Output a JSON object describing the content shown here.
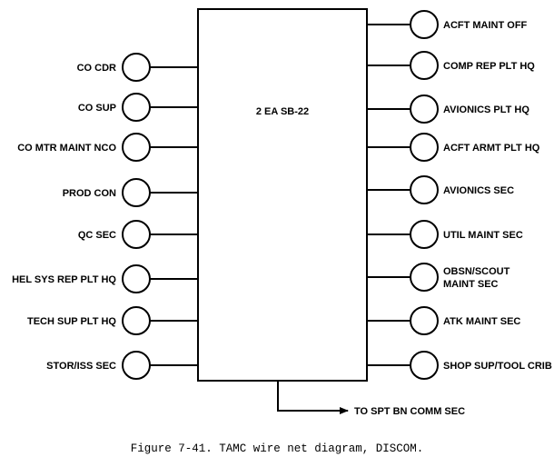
{
  "switchboard": {
    "label": "2 EA SB-22"
  },
  "left_stations": [
    {
      "label": "CO CDR"
    },
    {
      "label": "CO SUP"
    },
    {
      "label": "CO MTR MAINT NCO"
    },
    {
      "label": "PROD CON"
    },
    {
      "label": "QC SEC"
    },
    {
      "label": "HEL SYS REP PLT HQ"
    },
    {
      "label": "TECH SUP PLT HQ"
    },
    {
      "label": "STOR/ISS SEC"
    }
  ],
  "right_stations": [
    {
      "label": "ACFT MAINT OFF"
    },
    {
      "label": "COMP REP PLT HQ"
    },
    {
      "label": "AVIONICS PLT HQ"
    },
    {
      "label": "ACFT ARMT PLT HQ"
    },
    {
      "label": "AVIONICS SEC"
    },
    {
      "label": "UTIL MAINT SEC"
    },
    {
      "label": [
        "OBSN/SCOUT",
        "MAINT SEC"
      ]
    },
    {
      "label": "ATK MAINT SEC"
    },
    {
      "label": "SHOP SUP/TOOL CRIB"
    }
  ],
  "external_link": {
    "label": "TO SPT BN COMM SEC"
  },
  "caption": "Figure 7-41. TAMC wire net diagram, DISCOM."
}
